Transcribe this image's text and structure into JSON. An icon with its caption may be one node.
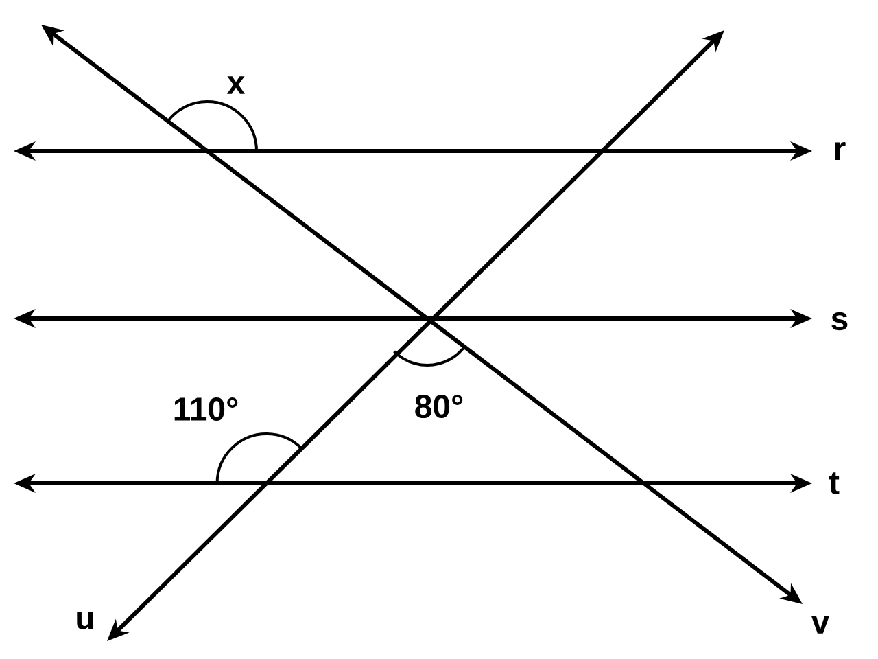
{
  "diagram": {
    "labels": [
      "x",
      "r",
      "110°",
      "s",
      "80°",
      "t",
      "u",
      "v"
    ]
  }
}
